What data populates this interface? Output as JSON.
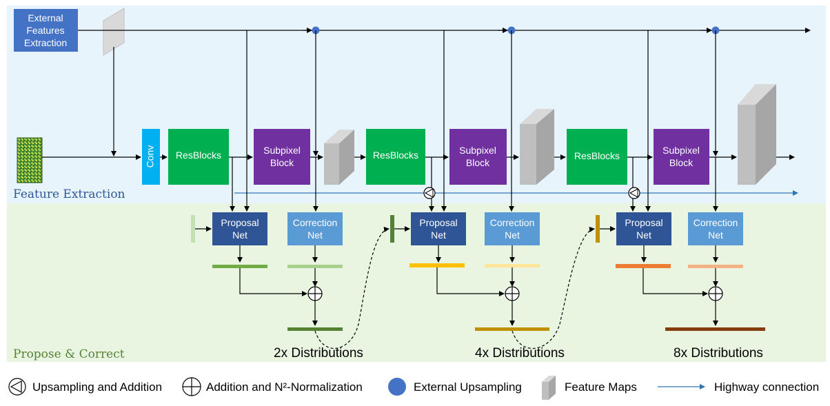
{
  "colors": {
    "feature_bg": "#e8f4fb",
    "propose_bg": "#e9f5e1",
    "external_box": "#4472c4",
    "conv": "#00b0f0",
    "resblocks": "#00b050",
    "subpixel": "#7030a0",
    "proposal": "#2f5597",
    "correction": "#5b9bd5",
    "highway": "#2e75b6",
    "dot": "#4472c4"
  },
  "blocks": {
    "external": "External Features Extraction",
    "conv": "Conv",
    "resblocks": "ResBlocks",
    "subpixel": "Subpixel Block",
    "proposal": "Proposal Net",
    "correction": "Correction Net"
  },
  "sections": {
    "feature": "Feature Extraction",
    "propose": "Propose & Correct"
  },
  "distributions": [
    "2x Distributions",
    "4x Distributions",
    "8x Distributions"
  ],
  "legend": {
    "upsampling": "Upsampling and Addition",
    "addition": "Addition and N²-Normalization",
    "external_up": "External Upsampling",
    "feature_maps": "Feature Maps",
    "highway": "Highway connection"
  }
}
